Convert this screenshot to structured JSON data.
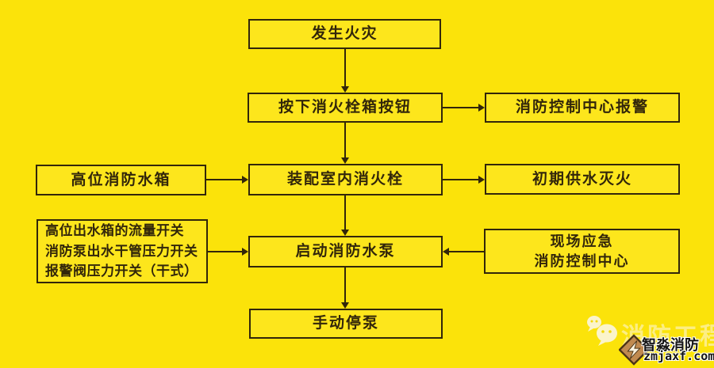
{
  "colors": {
    "background": "#FBE30A",
    "node_fill": "#FDE61C",
    "line": "#32260A",
    "watermark_faint": "#FCF6D0",
    "logo_tan": "#C08A50"
  },
  "flowchart": {
    "nodes": {
      "fire": {
        "label": "发生火灾"
      },
      "press_button": {
        "label": "按下消火栓箱按钮"
      },
      "center_alarm": {
        "label": "消防控制中心报警"
      },
      "high_tank": {
        "label": "高位消防水箱"
      },
      "indoor_hydrant": {
        "label": "装配室内消火栓"
      },
      "initial_supply": {
        "label": "初期供水灭火"
      },
      "switches": {
        "lines": [
          "高位出水箱的流量开关",
          "消防泵出水干管压力开关",
          "报警阀压力开关（干式）"
        ]
      },
      "start_pump": {
        "label": "启动消防水泵"
      },
      "onsite_emergency": {
        "lines": [
          "现场应急",
          "消防控制中心"
        ]
      },
      "manual_stop": {
        "label": "手动停泵"
      }
    }
  },
  "watermark": {
    "faint_text": "消防工程",
    "brand": "智淼消防",
    "website": "zmjaxf.com"
  }
}
